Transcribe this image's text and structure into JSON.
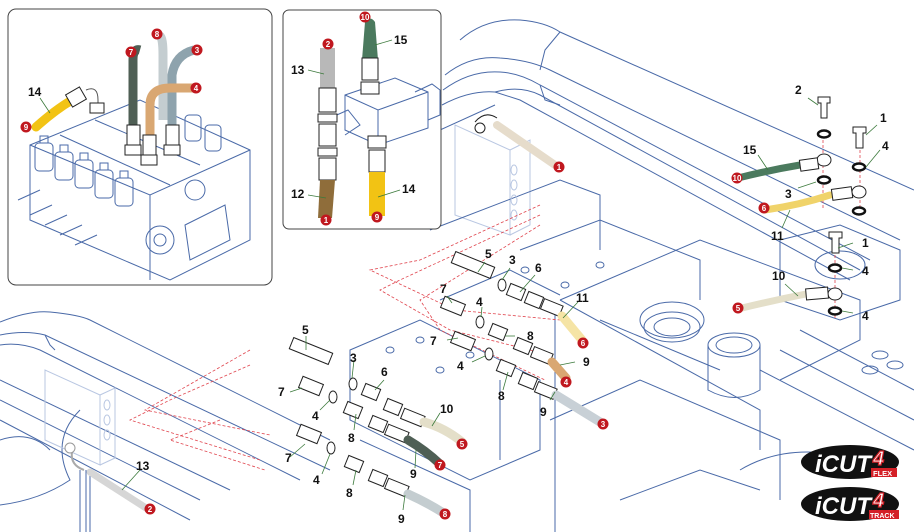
{
  "diagram": {
    "title": "Hydraulic hose connection diagram",
    "colors": {
      "badge": "#c0181f",
      "wireframe": "#4a6aa8",
      "leader": "#3c7a3c",
      "guide_dash": "#e0454e",
      "hose_yellow": "#f2c314",
      "hose_dark_green": "#4f5f55",
      "hose_green": "#4b7a5e",
      "hose_light_grey": "#c4cdd0",
      "hose_blue_grey": "#8ea3ad",
      "hose_tan": "#d9a772",
      "hose_brown": "#8f6d3a",
      "hose_grey": "#b8b8b8",
      "hose_cream": "#e4dfc9",
      "hose_pale_yellow": "#f5e4a5",
      "hose_pale_beige": "#e6dccb",
      "logo_bg": "#111111",
      "logo_accent": "#d42027"
    },
    "inset_valve_block": {
      "part_labels": [
        "14"
      ],
      "hose_badges": [
        "9",
        "7",
        "8",
        "3",
        "4"
      ]
    },
    "inset_divider_valve": {
      "part_labels": [
        "13",
        "15",
        "12",
        "14"
      ],
      "hose_badges": [
        "2",
        "10",
        "1",
        "9"
      ]
    },
    "right_banjo_group": {
      "part_labels": [
        "2",
        "1",
        "4",
        "15",
        "3",
        "11",
        "1",
        "4",
        "10",
        "4"
      ],
      "hose_badges": [
        "10",
        "6",
        "5"
      ]
    },
    "center_fittings_group": {
      "part_labels": [
        "5",
        "3",
        "6",
        "11",
        "7",
        "4",
        "8",
        "7",
        "4",
        "8",
        "9",
        "9"
      ],
      "hose_badges": [
        "6",
        "4",
        "3"
      ]
    },
    "left_fittings_group": {
      "part_labels": [
        "5",
        "3",
        "6",
        "7",
        "4",
        "8",
        "10",
        "7",
        "4",
        "8",
        "9",
        "9"
      ],
      "hose_badges": [
        "5",
        "7",
        "8"
      ]
    },
    "top_tank": {
      "hose_badges": [
        "1"
      ]
    },
    "bottom_left_arm": {
      "part_labels": [
        "13"
      ],
      "hose_badges": [
        "2"
      ]
    },
    "logos": [
      {
        "brand": "iCUT",
        "number": "4",
        "variant": "FLEX"
      },
      {
        "brand": "iCUT",
        "number": "4",
        "variant": "TRACK"
      }
    ]
  }
}
